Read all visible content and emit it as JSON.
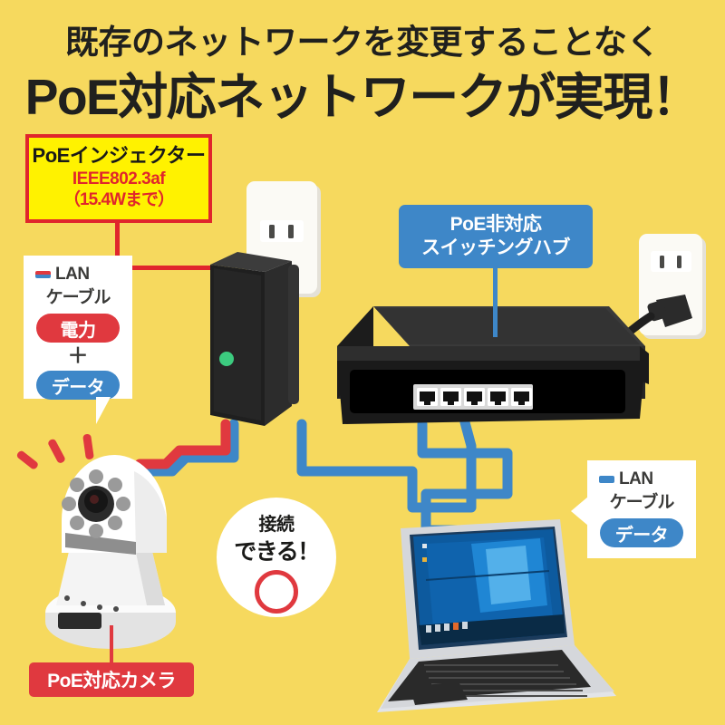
{
  "background_color": "#f6d95e",
  "headline": {
    "line1": "既存のネットワークを変更することなく",
    "line2": "PoE対応ネットワークが実現！"
  },
  "callouts": {
    "injector": {
      "title": "PoEインジェクター",
      "standard": "IEEE802.3af",
      "watt": "（15.4Wまで）",
      "box_fill": "#fff200",
      "box_border": "#e0262c",
      "title_color": "#1a1a18",
      "text_color": "#e0262c"
    },
    "hub": {
      "line1": "PoE非対応",
      "line2": "スイッチングハブ",
      "box_fill": "#3e87c8",
      "text_color": "#ffffff"
    },
    "lan_power_data": {
      "title": "LAN",
      "subtitle": "ケーブル",
      "pill_power": "電力",
      "plus": "＋",
      "pill_data": "データ",
      "power_color": "#e0393f",
      "data_color": "#3e87c8"
    },
    "lan_data": {
      "title": "LAN",
      "subtitle": "ケーブル",
      "pill_data": "データ",
      "data_color": "#3e87c8"
    },
    "connect_ok": {
      "line1": "接続",
      "line2": "できる！",
      "mark": "circle-mark",
      "mark_color": "#e0393f"
    },
    "camera_label": {
      "text": "PoE対応カメラ",
      "box_fill": "#e0393f",
      "text_color": "#ffffff"
    }
  },
  "devices": {
    "poe_injector": {
      "name": "poe-injector",
      "body_color": "#262626",
      "led_color": "#3ccb7f"
    },
    "switching_hub": {
      "name": "switching-hub",
      "body_color": "#262626",
      "port_count": 5,
      "port_plate_color": "#d8d8d8"
    },
    "poe_camera": {
      "name": "poe-camera",
      "body_color": "#ffffff",
      "lens_color": "#2b2b2b"
    },
    "laptop": {
      "name": "laptop-pc",
      "body_color": "#d5d7db",
      "screen_color": "#0b5ea8"
    },
    "wall_outlet_left": {
      "name": "wall-outlet-left",
      "color": "#f5f3ee"
    },
    "wall_outlet_right": {
      "name": "wall-outlet-right",
      "color": "#f5f3ee"
    },
    "power_plug": {
      "name": "power-plug",
      "color": "#2b2b2b"
    }
  },
  "cables": {
    "power_color": "#e0393f",
    "data_color": "#3e87c8",
    "mains_color": "#1f1f1f"
  }
}
